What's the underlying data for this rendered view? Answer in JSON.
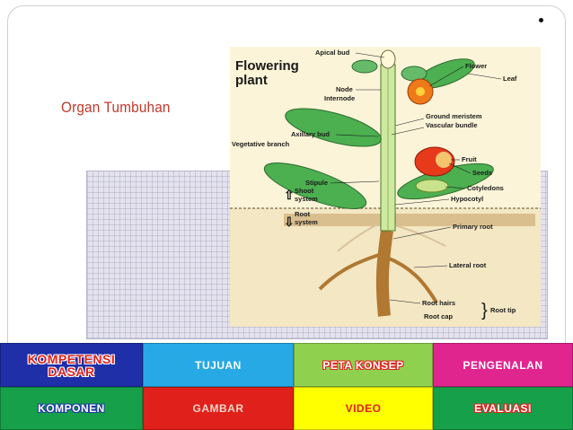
{
  "slide": {
    "title": "Organ Tumbuhan"
  },
  "diagram": {
    "heading_line1": "Flowering",
    "heading_line2": "plant",
    "labels": {
      "apical_bud": "Apical bud",
      "flower": "Flower",
      "leaf": "Leaf",
      "node": "Node",
      "internode": "Internode",
      "ground_meristem": "Ground meristem",
      "vascular_bundle": "Vascular bundle",
      "axillary_bud": "Axillary bud",
      "vegetative_branch": "Vegetative branch",
      "fruit": "Fruit",
      "seeds": "Seeds",
      "stipule": "Stipule",
      "cotyledons": "Cotyledons",
      "shoot_system_1": "Shoot",
      "shoot_system_2": "system",
      "hypocotyl": "Hypocotyl",
      "root_system_1": "Root",
      "root_system_2": "system",
      "primary_root": "Primary root",
      "lateral_root": "Lateral root",
      "root_hairs": "Root hairs",
      "root_cap": "Root cap",
      "root_tip": "Root tip"
    }
  },
  "nav": {
    "kompetensi_line1": "KOMPETENSI",
    "kompetensi_line2": "DASAR",
    "tujuan": "TUJUAN",
    "peta_konsep": "PETA KONSEP",
    "pengenalan": "PENGENALAN",
    "komponen": "KOMPONEN",
    "gambar": "GAMBAR",
    "video": "VIDEO",
    "evaluasi": "EVALUASI"
  },
  "colors": {
    "kompetensi_bg": "#1f2fa8",
    "tujuan_bg": "#27a9e6",
    "peta_konsep_bg": "#8fd14f",
    "pengenalan_bg": "#e0258f",
    "komponen_bg": "#16a04a",
    "gambar_bg": "#e0201a",
    "video_bg": "#ffff00",
    "evaluasi_bg": "#16a04a"
  }
}
